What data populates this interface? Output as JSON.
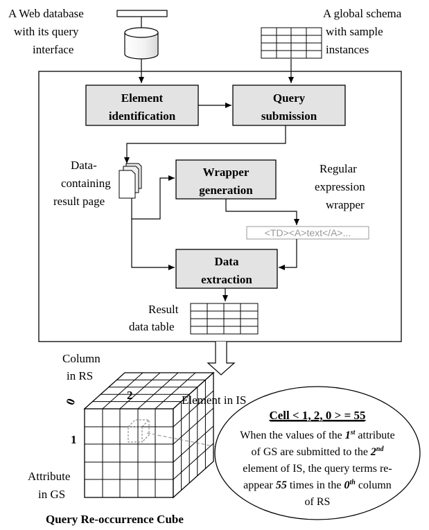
{
  "inputs": {
    "web_db_line1": "A Web database",
    "web_db_line2": "with its query",
    "web_db_line3": "interface",
    "schema_line1": "A global schema",
    "schema_line2": "with sample",
    "schema_line3": "instances"
  },
  "steps": {
    "element_identification_1": "Element",
    "element_identification_2": "identification",
    "query_submission_1": "Query",
    "query_submission_2": "submission",
    "wrapper_generation_1": "Wrapper",
    "wrapper_generation_2": "generation",
    "data_extraction_1": "Data",
    "data_extraction_2": "extraction"
  },
  "labels": {
    "result_page_1": "Data-",
    "result_page_2": "containing",
    "result_page_3": "result page",
    "regex_1": "Regular",
    "regex_2": "expression",
    "regex_3": "wrapper",
    "wrapper_code": "<TD><A>text</A>...",
    "result_table_1": "Result",
    "result_table_2": "data table"
  },
  "cube": {
    "column_in_rs_1": "Column",
    "column_in_rs_2": "in RS",
    "element_in_is": "Element in IS",
    "attribute_in_gs_1": "Attribute",
    "attribute_in_gs_2": "in GS",
    "index_0": "0",
    "index_1": "1",
    "index_2": "2",
    "title": "Query Re-occurrence Cube"
  },
  "callout": {
    "heading": "Cell < 1, 2, 0 > = 55",
    "l1a": "When the values of the ",
    "l1b": "1",
    "l1c": "st",
    "l1d": " attribute",
    "l2a": "of GS are submitted  to the ",
    "l2b": "2",
    "l2c": "nd",
    "l3": "element of IS, the query terms re-",
    "l4a": "appear ",
    "l4b": "55",
    "l4c": " times in the ",
    "l4d": "0",
    "l4e": "th",
    "l4f": " column",
    "l5": "of RS"
  }
}
